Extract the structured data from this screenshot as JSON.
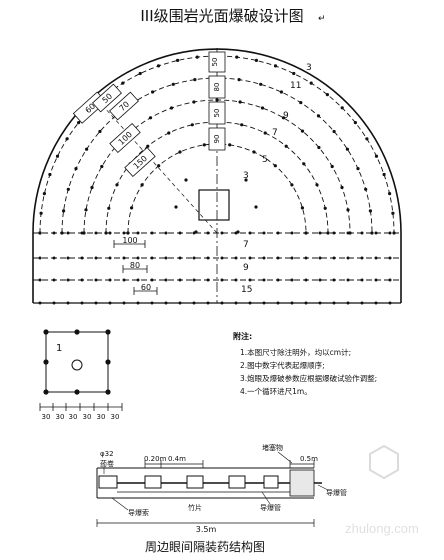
{
  "title": "III级围岩光面爆破设计图",
  "title_mark": "↵",
  "section": {
    "radial_dims": [
      "60",
      "50",
      "70",
      "100",
      "150"
    ],
    "side_dims": [
      "50",
      "80",
      "50",
      "90"
    ],
    "ring_numbers": [
      "3",
      "11",
      "9",
      "7",
      "5",
      "3"
    ],
    "bottom_dims": [
      "100",
      "80",
      "60"
    ],
    "bottom_numbers": [
      "7",
      "9",
      "15"
    ]
  },
  "detail": {
    "label": "1",
    "dims": [
      "30",
      "30",
      "30",
      "30",
      "30",
      "30"
    ]
  },
  "notes": {
    "heading": "附注:",
    "items": [
      "1.本图尺寸除注明外，均以cm计;",
      "2.图中数字代表起爆顺序;",
      "3.炮眼及爆破参数应根据爆破试验作调整;",
      "4.一个循环进尺1m。"
    ]
  },
  "charge": {
    "diameter": "φ32",
    "labels": {
      "cartridge": "药卷",
      "d1": "0.20m",
      "d2": "0.4m",
      "stemming": "堵塞物",
      "stem_len": "0.5m",
      "detonator": "导爆管",
      "cord": "导爆索",
      "bamboo": "竹片",
      "lead": "导爆管",
      "total": "3.5m"
    }
  },
  "caption": "周边眼间隔装药结构图",
  "watermark": "zhulong.com"
}
